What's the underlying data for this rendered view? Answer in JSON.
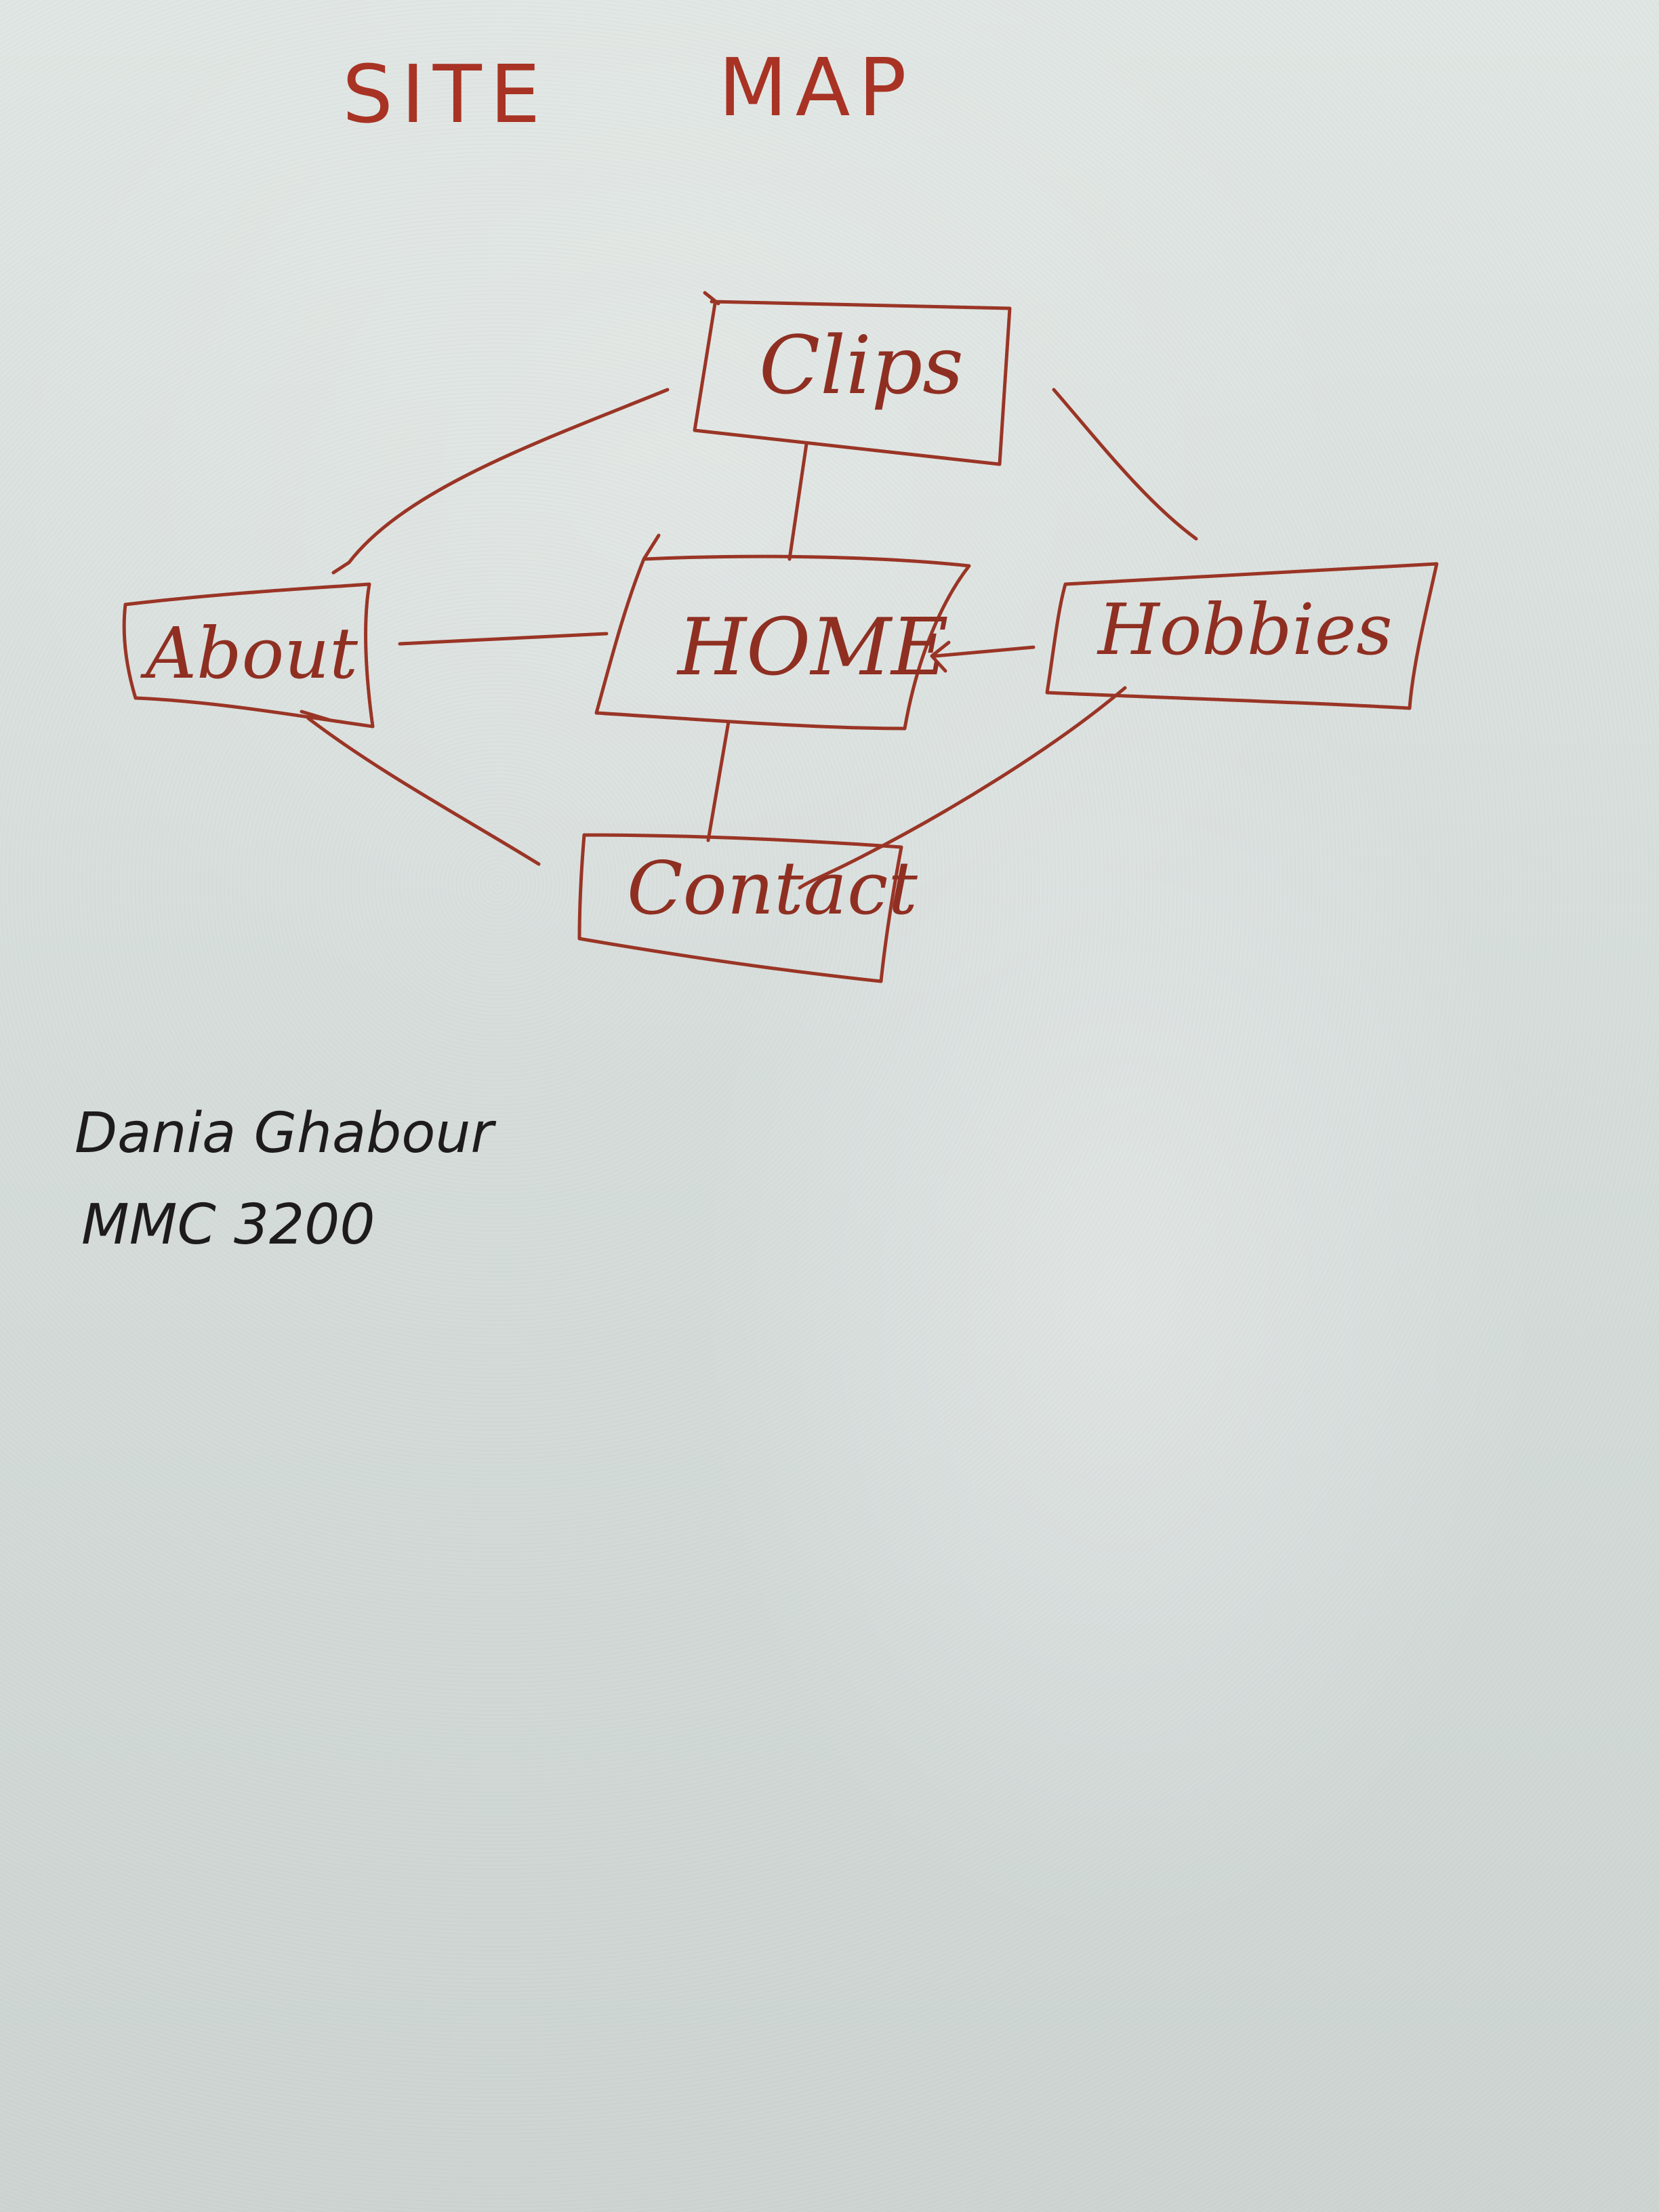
{
  "title": {
    "word1": "SITE",
    "word2": "MAP"
  },
  "nodes": {
    "clips": "Clips",
    "home": "HOME",
    "about": "About",
    "hobbies": "Hobbies",
    "contact": "Contact"
  },
  "signature": {
    "name": "Dania Ghabour",
    "course": "MMC 3200"
  },
  "colors": {
    "ink_red": "#9a3526",
    "ink_black": "#1e1b1d",
    "paper": "#dbe2df"
  }
}
